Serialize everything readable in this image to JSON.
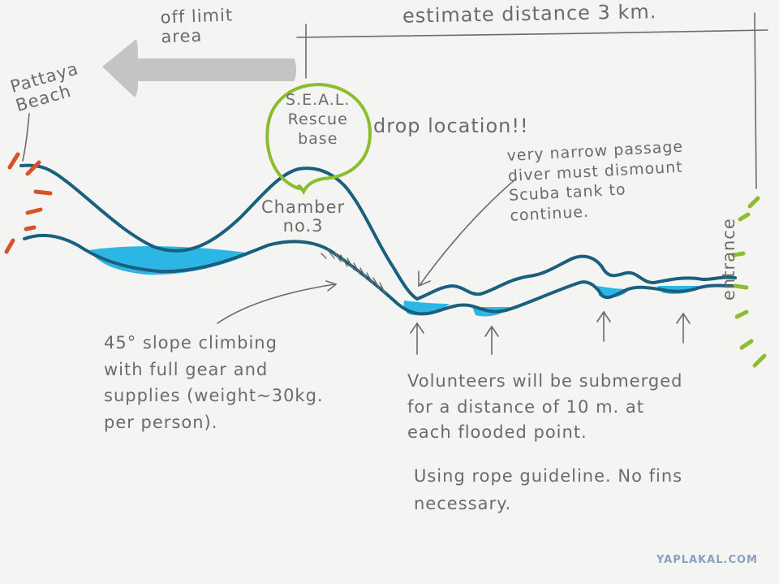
{
  "labels": {
    "off_limit_area": "off limit\narea",
    "pattaya_beach": "Pattaya\nBeach",
    "estimate_distance": "estimate distance 3 km.",
    "seal_rescue_base": "S.E.A.L.\nRescue\nbase",
    "drop_location": "drop location!!",
    "chamber_no3": "Chamber\nno.3",
    "narrow_passage": "very narrow passage\ndiver must dismount\nScuba tank to\ncontinue.",
    "entrance": "entrance",
    "slope_note": "45° slope climbing\nwith full gear and\nsupplies (weight~30kg.\nper person).",
    "volunteers_note": "Volunteers will be submerged\nfor a distance of 10 m. at\neach flooded point.",
    "rope_note": "Using rope guideline. No fins\nnecessary.",
    "watermark": "YAPLAKAL.COM"
  },
  "colors": {
    "background": "#f4f4f3",
    "cave_line": "#1b5f7e",
    "water": "#2bb6e6",
    "pencil": "#6b6b6b",
    "arrow_gray": "#c4c4c4",
    "seal_circle": "#8bbd2f",
    "exit_marks": "#d6532a",
    "entrance_marks": "#8bbd2f"
  }
}
